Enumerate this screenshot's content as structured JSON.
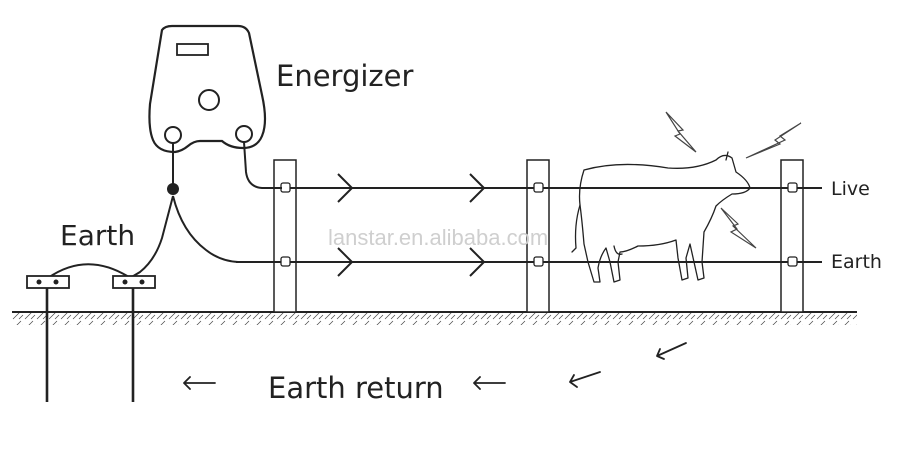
{
  "labels": {
    "energizer": "Energizer",
    "earth_left": "Earth",
    "live_wire": "Live",
    "earth_wire": "Earth",
    "earth_return": "Earth return"
  },
  "watermark": "lanstar.en.alibaba.com",
  "colors": {
    "line": "#222222",
    "watermark": "#cfcfcf",
    "background": "#ffffff"
  },
  "icons": {
    "energizer": "energizer-unit-icon",
    "cow": "cow-icon",
    "shock": "lightning-bolt-icon",
    "arrow": "arrow-icon"
  }
}
